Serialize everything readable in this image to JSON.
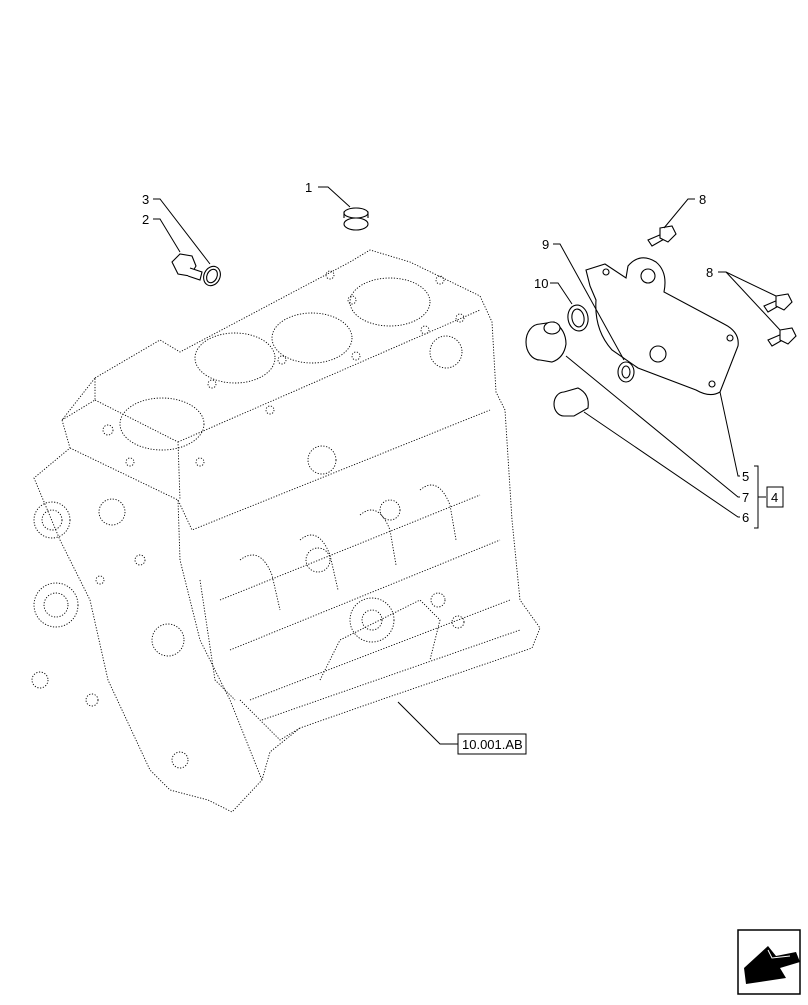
{
  "callouts": {
    "c1": "1",
    "c2": "2",
    "c3": "3",
    "c4": "4",
    "c5": "5",
    "c6": "6",
    "c7": "7",
    "c8a": "8",
    "c8b": "8",
    "c9": "9",
    "c10": "10"
  },
  "reference": "10.001.AB",
  "nav_icon": "next-page-arrow-icon"
}
